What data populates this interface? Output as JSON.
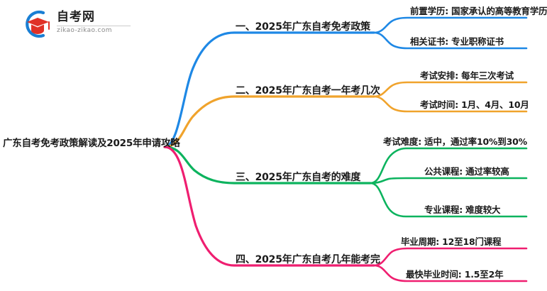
{
  "logo": {
    "mark_name": "zikao-graduation-cap-logo",
    "title": "自考网",
    "subtitle": "zikao-zikao.com",
    "arc_color": "#1a7fd4",
    "cap_color": "#e03127"
  },
  "mindmap": {
    "root": {
      "label": "广东自考免考政策解读及2025年申请攻略"
    },
    "branches": [
      {
        "id": "branch-1",
        "label": "一、2025年广东自考免考政策",
        "color": "#1e88e5",
        "leaves": [
          {
            "label": "前置学历: 国家承认的高等教育学历"
          },
          {
            "label": "相关证书: 专业职称证书"
          }
        ]
      },
      {
        "id": "branch-2",
        "label": "二、2025年广东自考一年考几次",
        "color": "#f0a32c",
        "leaves": [
          {
            "label": "考试安排: 每年三次考试"
          },
          {
            "label": "考试时间: 1月、4月、10月"
          }
        ]
      },
      {
        "id": "branch-3",
        "label": "三、2025年广东自考的难度",
        "color": "#0cb35e",
        "leaves": [
          {
            "label": "考试难度: 适中，通过率10%到30%"
          },
          {
            "label": "公共课程: 通过率较高"
          },
          {
            "label": "专业课程: 难度较大"
          }
        ]
      },
      {
        "id": "branch-4",
        "label": "四、2025年广东自考几年能考完",
        "color": "#ef1e70",
        "leaves": [
          {
            "label": "毕业周期: 12至18门课程"
          },
          {
            "label": "最快毕业时间: 1.5至2年"
          }
        ]
      }
    ]
  }
}
